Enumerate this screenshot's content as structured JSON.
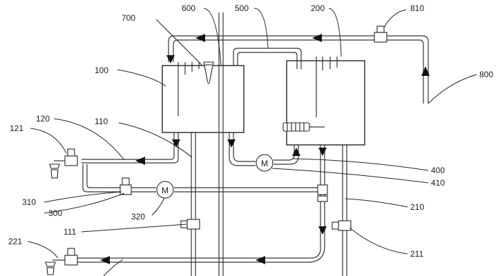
{
  "figure": {
    "labels": {
      "l600": "600",
      "l500": "500",
      "l200": "200",
      "l810": "810",
      "l700": "700",
      "l100": "100",
      "l800": "800",
      "l120": "120",
      "l121": "121",
      "l110": "110",
      "l400": "400",
      "l410": "410",
      "l310": "310",
      "l300": "300",
      "l320": "320",
      "l210": "210",
      "l111": "111",
      "l211": "211",
      "l221": "221"
    },
    "pump_symbol": "M"
  }
}
